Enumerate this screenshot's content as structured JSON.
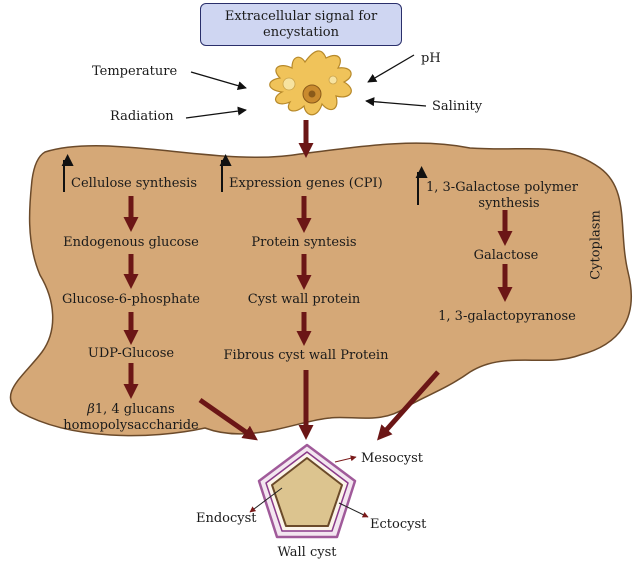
{
  "signal_box": {
    "line1": "Extracellular signal for",
    "line2": "encystation"
  },
  "stimuli": {
    "temperature": "Temperature",
    "radiation": "Radiation",
    "ph": "pH",
    "salinity": "Salinity"
  },
  "col1": {
    "header": "Cellulose synthesis",
    "steps": [
      "Endogenous glucose",
      "Glucose-6-phosphate",
      "UDP-Glucose"
    ],
    "final_line1": "1, 4 glucans",
    "final_beta": "β",
    "final_line2": "homopolysaccharide"
  },
  "col2": {
    "header": "Expression genes (CPI)",
    "steps": [
      "Protein syntesis",
      "Cyst wall protein",
      "Fibrous cyst wall Protein"
    ]
  },
  "col3": {
    "header_line1": "1, 3-Galactose polymer",
    "header_line2": "synthesis",
    "steps": [
      "Galactose",
      "1, 3-galactopyranose"
    ]
  },
  "region_label": "Cytoplasm",
  "wall": {
    "mesocyst": "Mesocyst",
    "endocyst": "Endocyst",
    "ectocyst": "Ectocyst",
    "title": "Wall cyst"
  },
  "colors": {
    "cytoplasm": "#d5a877",
    "arrow": "#6b1616",
    "box": "#cfd6f2",
    "cyst_fill": "#dcc48f",
    "cyst_ring": "#a05a9a"
  }
}
